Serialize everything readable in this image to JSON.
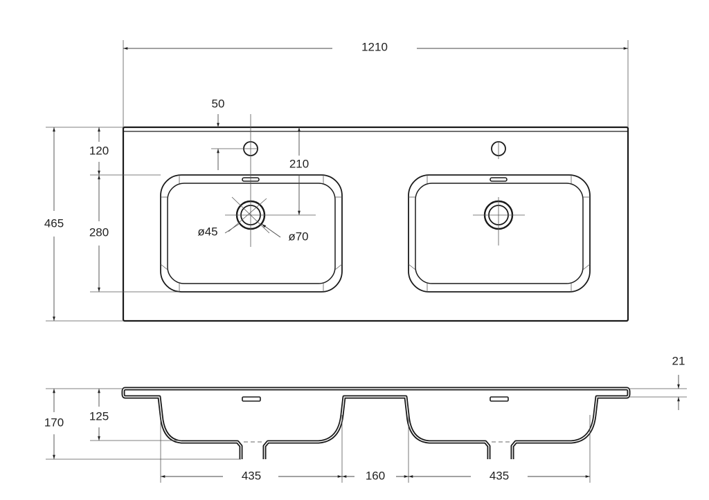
{
  "drawing": {
    "top_view": {
      "overall_width": "1210",
      "overall_depth": "465",
      "tap_offset_from_edge": "120",
      "bowl_depth": "280",
      "tap_hole_offset": "50",
      "drain_offset_from_edge": "210",
      "drain_inner_diameter": "ø45",
      "drain_outer_diameter": "ø70"
    },
    "side_view": {
      "slab_thickness": "21",
      "overall_height": "170",
      "bowl_height": "125",
      "left_bowl_width": "435",
      "bowl_gap": "160",
      "right_bowl_width": "435"
    }
  }
}
